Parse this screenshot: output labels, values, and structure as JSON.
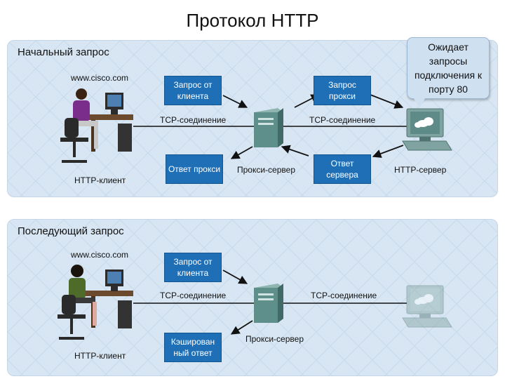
{
  "title": "Протокол HTTP",
  "panel1": {
    "heading": "Начальный запрос",
    "client_url": "www.cisco.com",
    "client_label": "HTTP-клиент",
    "req_client": "Запрос от клиента",
    "req_proxy": "Запрос прокси",
    "tcp_left": "TCP-соединение",
    "tcp_right": "TCP-соединение",
    "resp_proxy": "Ответ прокси",
    "proxy_label": "Прокси-сервер",
    "resp_server": "Ответ сервера",
    "server_label": "HTTP-сервер",
    "callout": "Ожидает запросы подключения к порту 80"
  },
  "panel2": {
    "heading": "Последующий запрос",
    "client_url": "www.cisco.com",
    "client_label": "HTTP-клиент",
    "req_client": "Запрос от клиента",
    "tcp_left": "TCP-соединение",
    "tcp_right": "TCP-соединение",
    "cached": "Кэширован ный ответ",
    "proxy_label": "Прокси-сервер"
  },
  "colors": {
    "box_blue": "#1f6fb7",
    "panel_bg": "#d8e6f3",
    "server_teal": "#5e8f8a"
  }
}
